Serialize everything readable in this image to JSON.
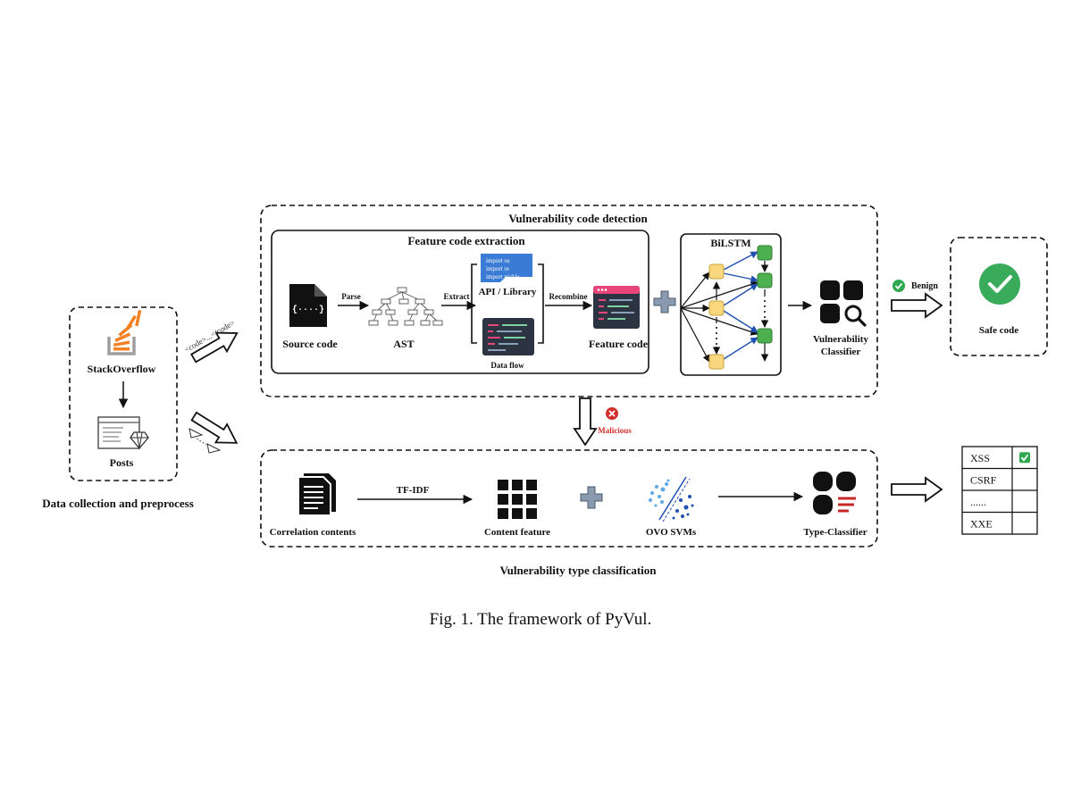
{
  "labels": {
    "data_section": "Data collection and preprocess",
    "stackoverflow": "StackOverflow",
    "posts": "Posts",
    "code_tag": "<code>...</code>",
    "vcd_title": "Vulnerability code detection",
    "fce_title": "Feature code extraction",
    "source_code": "Source code",
    "ast": "AST",
    "parse": "Parse",
    "extract": "Extract",
    "api_library": "API / Library",
    "data_flow": "Data flow",
    "recombine": "Recombine",
    "feature_code": "Feature code",
    "bilstm": "BiLSTM",
    "vuln_classifier_1": "Vulnerability",
    "vuln_classifier_2": "Classifier",
    "benign": "Benign",
    "safe_code": "Safe code",
    "malicious": "Malicious",
    "correlation_contents": "Correlation contents",
    "tfidf": "TF-IDF",
    "content_feature": "Content feature",
    "ovo_svms": "OVO SVMs",
    "type_classifier": "Type-Classifier",
    "vtc_title": "Vulnerability type classification",
    "import_lines": [
      "import os",
      "import re",
      "import pickle"
    ],
    "source_code_glyph": "{····}"
  },
  "vuln_table": {
    "rows": [
      {
        "label": "XSS",
        "checked": true
      },
      {
        "label": "CSRF",
        "checked": false
      },
      {
        "label": "......",
        "checked": false
      },
      {
        "label": "XXE",
        "checked": false
      }
    ]
  },
  "caption": "Fig. 1.  The framework of PyVul.",
  "colors": {
    "stackoverflow_orange": "#f48024",
    "benign_green": "#2fa84f",
    "safe_green": "#3aaa5b",
    "malicious_red": "#d32f2f",
    "lstm_yellow": "#f9d77e",
    "lstm_green": "#4caf50",
    "arrow_blue": "#1f4fb0",
    "note_blue": "#3a7bd5",
    "editor_dark": "#2b3440",
    "editor_pink": "#e8457a",
    "plus_grey": "#8a9bb0"
  }
}
